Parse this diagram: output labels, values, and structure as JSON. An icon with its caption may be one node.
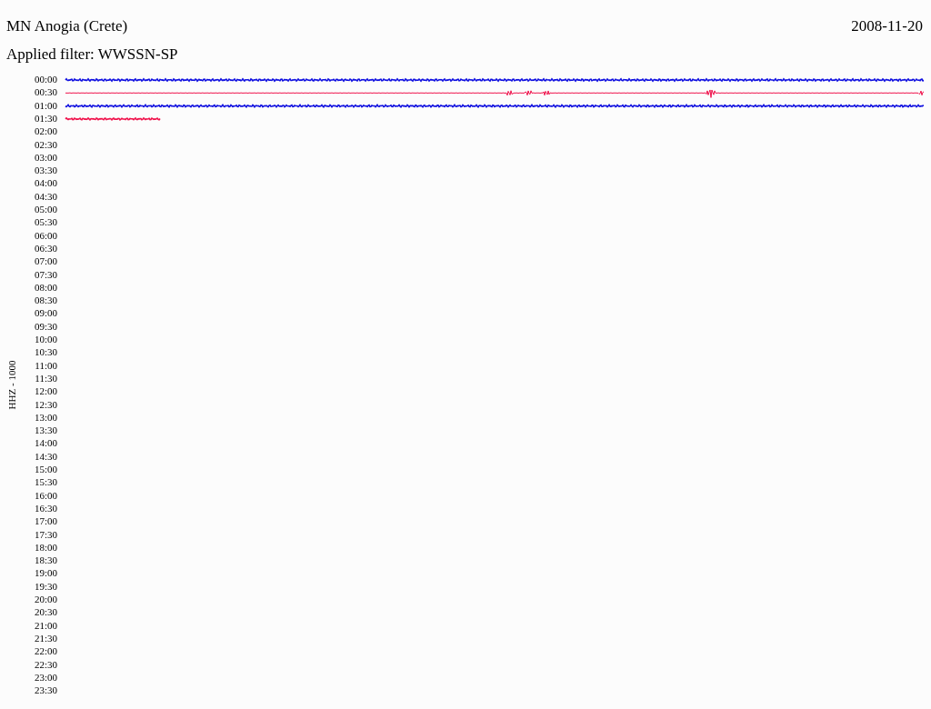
{
  "diagram": {
    "title": "MN Anogia (Crete)",
    "labels": [
      "2008-11-20",
      "Applied filter: WWSSN-SP",
      "HHZ - 1000",
      "00:00",
      "00:30",
      "01:00",
      "01:30",
      "02:00",
      "02:30",
      "03:00",
      "03:30",
      "04:00",
      "04:30",
      "05:00",
      "05:30",
      "06:00",
      "06:30",
      "07:00",
      "07:30",
      "08:00",
      "08:30",
      "09:00",
      "09:30",
      "10:00",
      "10:30",
      "11:00",
      "11:30",
      "12:00",
      "12:30",
      "13:00",
      "13:30",
      "14:00",
      "14:30",
      "15:00",
      "15:30",
      "16:00",
      "16:30",
      "17:00",
      "17:30",
      "18:00",
      "18:30",
      "19:00",
      "19:30",
      "20:00",
      "20:30",
      "21:00",
      "21:30",
      "22:00",
      "22:30",
      "23:00",
      "23:30"
    ]
  }
}
